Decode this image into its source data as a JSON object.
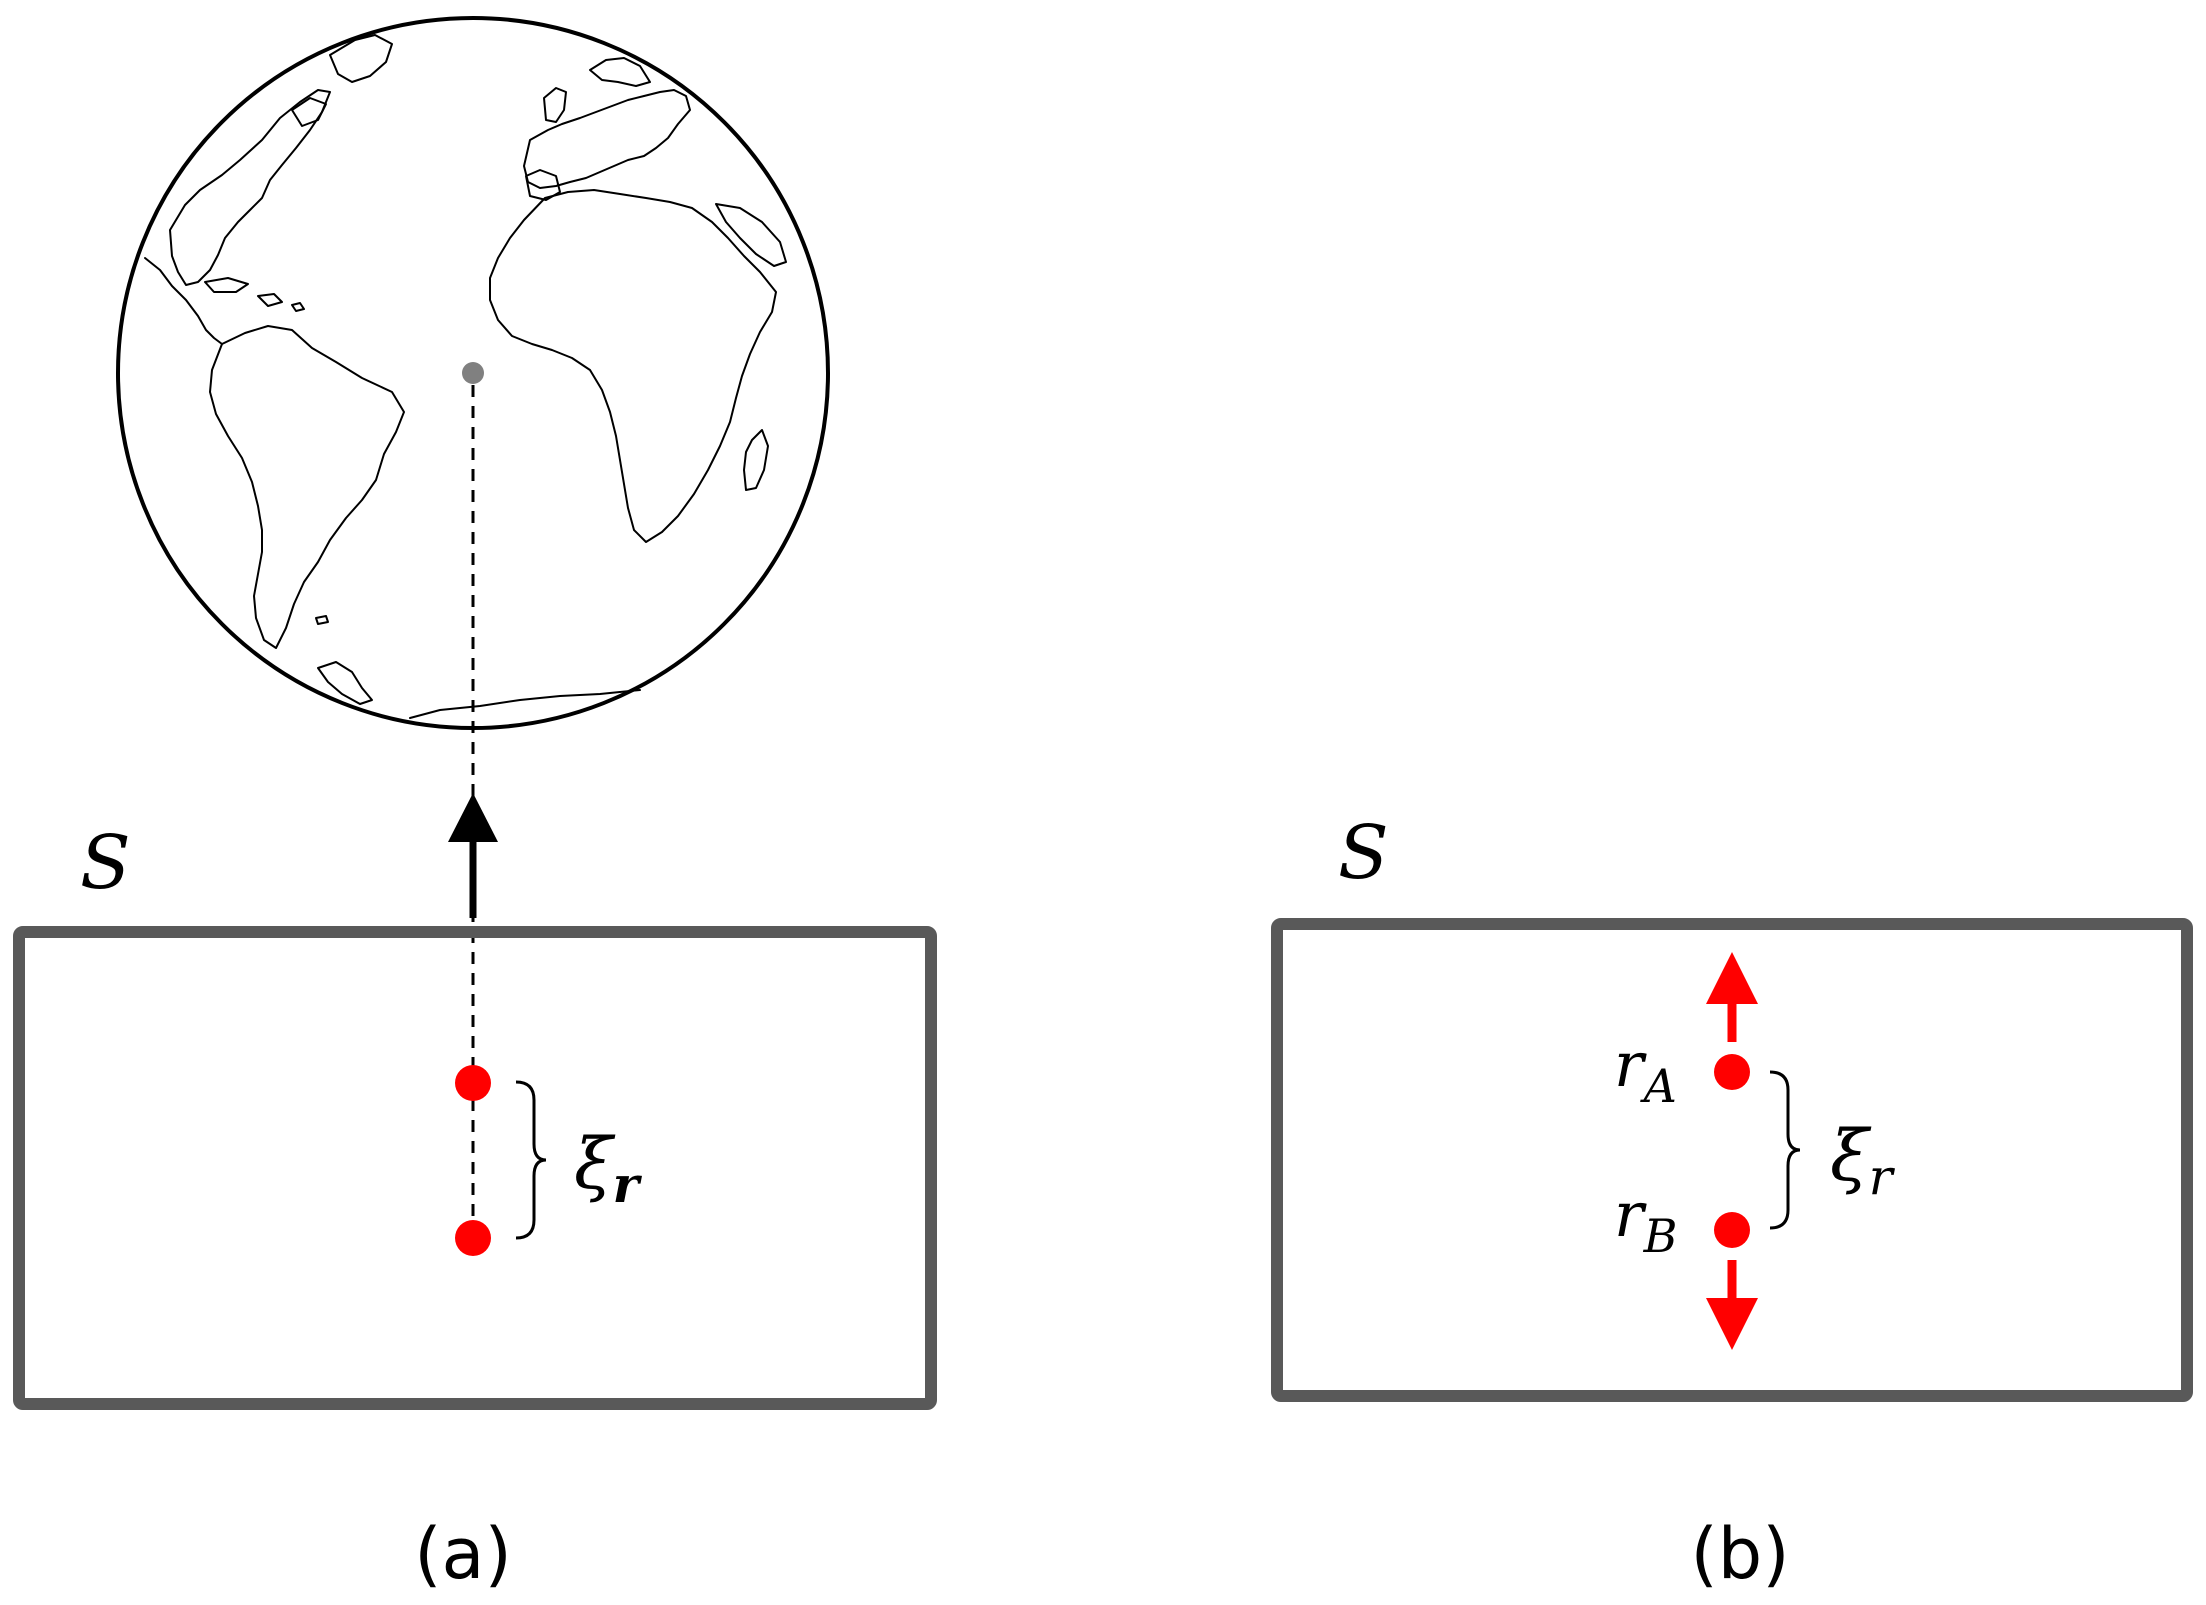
{
  "panels": [
    {
      "caption": "(a)",
      "system_label": "S",
      "separation_label": {
        "symbol": "ξ",
        "subscript": "r"
      }
    },
    {
      "caption": "(b)",
      "system_label": "S",
      "separation_label": {
        "symbol": "ξ",
        "subscript": "r"
      },
      "point_a_label": {
        "symbol": "r",
        "subscript": "A"
      },
      "point_b_label": {
        "symbol": "r",
        "subscript": "B"
      }
    }
  ],
  "colors": {
    "box_stroke": "#595959",
    "particle": "#ff0000",
    "earth_center": "#808080",
    "line": "#000000"
  }
}
